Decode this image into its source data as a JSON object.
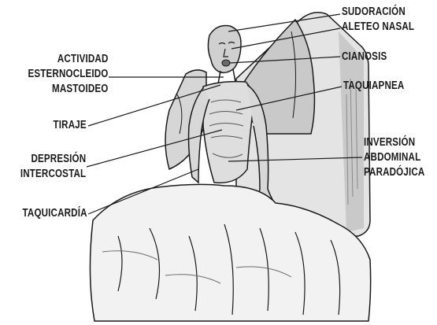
{
  "illustration": {
    "subject": "seated-patient-respiratory-distress",
    "colors": {
      "ink": "#1a1a1a",
      "mattress_fill": "#e4e4e4",
      "mattress_shade": "#bdbdbd",
      "pillow_fill": "#c9c9c9",
      "skin_fill": "#dedede",
      "sheet_fill": "#f2f2f2",
      "background": "#ffffff"
    }
  },
  "labels": {
    "sudoracion": "SUDORACIÓN",
    "aleteo": "ALETEO NASAL",
    "cianosis": "CIANOSIS",
    "taquipnea": "TAQUIAPNEA",
    "inversion": [
      "INVERSIÓN",
      "ABDOMINAL",
      "PARADÓJICA"
    ],
    "actividad": [
      "ACTIVIDAD",
      "ESTERNOCLEIDO",
      "MASTOIDEO"
    ],
    "tiraje": "TIRAJE",
    "depresion": [
      "DEPRESIÓN",
      "INTERCOSTAL"
    ],
    "taquicardia": "TAQUICARDÍA"
  }
}
